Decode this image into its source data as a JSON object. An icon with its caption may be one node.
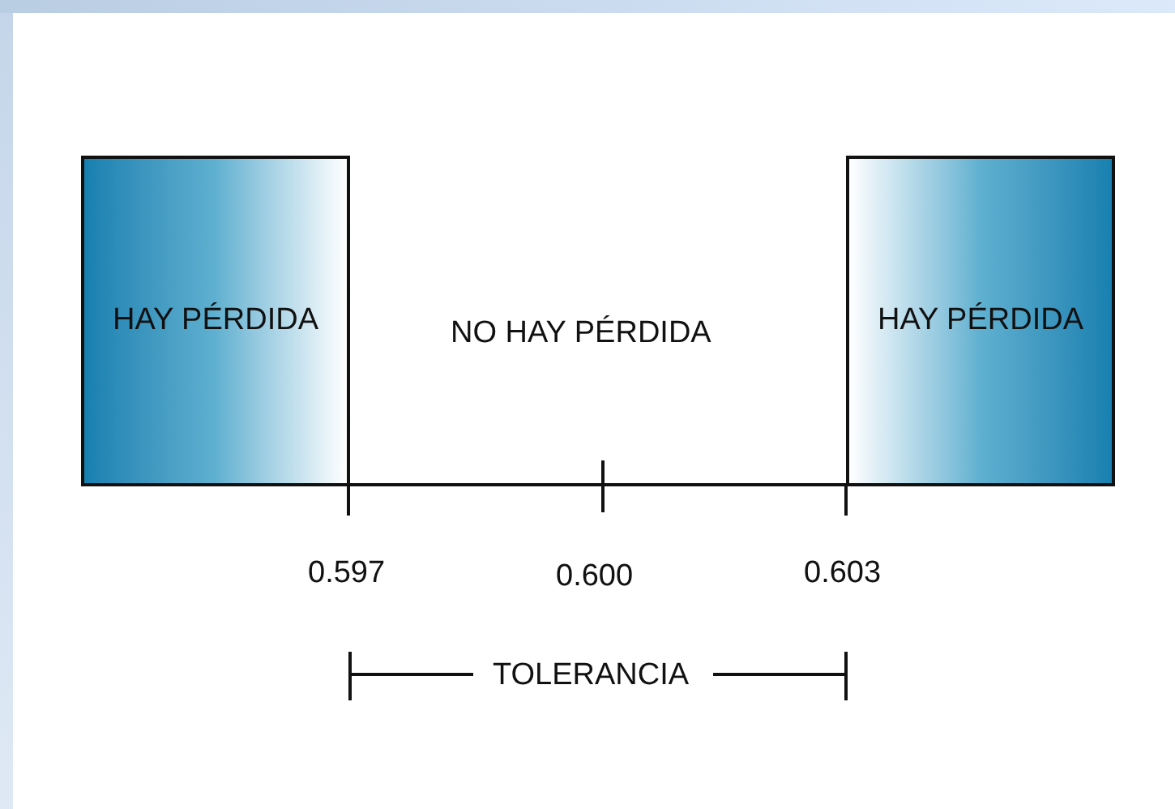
{
  "diagram": {
    "nodes": [
      {
        "text": [
          "HAY PÉRDIDA"
        ]
      },
      {
        "text": [
          "HAY PÉRDIDA"
        ]
      }
    ],
    "labels": [
      "NO HAY PÉRDIDA",
      "0.597",
      "0.600",
      "0.603",
      "TOLERANCIA"
    ]
  }
}
